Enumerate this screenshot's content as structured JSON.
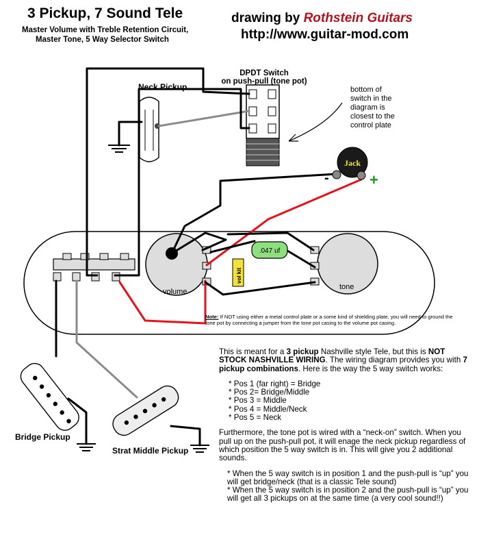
{
  "header": {
    "title": "3 Pickup, 7 Sound Tele",
    "subtitle_line1": "Master Volume with Treble Retention Circuit,",
    "subtitle_line2": "Master Tone, 5 Way Selector Switch",
    "credit_prefix": "drawing by ",
    "credit_brand": "Rothstein Guitars",
    "url": "http://www.guitar-mod.com"
  },
  "labels": {
    "dpdt_line1": "DPDT Switch",
    "dpdt_line2": "on push-pull (tone pot)",
    "neck_pickup": "Neck Pickup",
    "bottom_note_1": "bottom of",
    "bottom_note_2": "switch in the",
    "bottom_note_3": "diagram is",
    "bottom_note_4": "closest to the",
    "bottom_note_5": "control plate",
    "jack": "Jack",
    "jack_minus": "-",
    "jack_plus": "+",
    "capacitor": ".047 uf",
    "vol_kit": "vol kit",
    "volume": "volume",
    "tone": "tone",
    "bridge_pickup": "Bridge Pickup",
    "strat_middle_pickup": "Strat Middle Pickup"
  },
  "note": {
    "prefix": "Note:",
    "text": "  If NOT using either a metal control plate or a some kind of shielding plate, you will need to ground the tone pot by connecting a jumper from the tone pot casing to the volume pot casing."
  },
  "description": {
    "intro_1": "This is meant for a ",
    "intro_b1": "3 pickup",
    "intro_2": " Nashville style Tele, but this is ",
    "intro_b2": "NOT STOCK NASHVILLE WIRING",
    "intro_3": ". The wiring diagram provides you with ",
    "intro_b3": "7 pickup combinations",
    "intro_4": ". Here is the way the 5 way switch works:",
    "positions": [
      "* Pos 1 (far right) = Bridge",
      "* Pos 2= Bridge/Middle",
      "* Pos 3 = Middle",
      "* Pos 4 = Middle/Neck",
      "* Pos 5 = Neck"
    ],
    "para2": "Furthermore, the tone pot is wired with a “neck-on” switch. When you pull up on the push-pull pot, it will enage the neck pickup regardless of which position the 5 way switch is in. This will give you 2 additional sounds.",
    "bullet1": "* When the 5 way switch is in position 1 and the push-pull is “up” you will get bridge/neck (that is a classic Tele sound)",
    "bullet2": "* When the 5 way switch is in position 2 and the push-pull is “up” you will get all 3 pickups on at the same time (a very cool sound!!)"
  },
  "colors": {
    "brand": "#b3121a",
    "red_wire": "#e8111a",
    "gray_wire": "#8a8a8a",
    "capacitor": "#8ee07e",
    "vol_kit": "#f2e23a",
    "jack": "#1a1a1a",
    "jack_label": "#f2e23a",
    "plus": "#1a9a1a"
  }
}
